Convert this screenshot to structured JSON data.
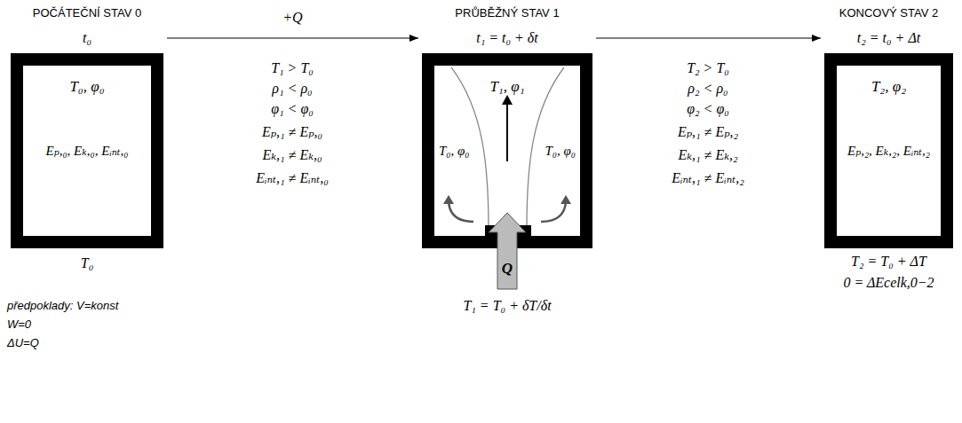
{
  "diagram": {
    "nodes": [
      {
        "text": [
          "POČÁTEČNÍ STAV 0",
          "t₀",
          "T₀, φ₀",
          "Eₚ,₀, Eₖ,₀, Eᵢₙₜ,₀",
          "T₀"
        ]
      },
      {
        "text": [
          "PRŮBĚŽNÝ STAV 1",
          "t₁ = t₀ + δt",
          "T₁, φ₁",
          "T₀, φ₀",
          "T₀, φ₀",
          "T₁ = T₀ + δT/δt"
        ]
      },
      {
        "text": [
          "KONCOVÝ STAV 2",
          "t₂ = t₀ + Δt",
          "T₂, φ₂",
          "Eₚ,₂, Eₖ,₂, Eᵢₙₜ,₂",
          "T₂ = T₀ + ΔT",
          "0 = ΔEcelk,0−2"
        ]
      }
    ],
    "edges": [
      {
        "from": 0,
        "to": 1,
        "label": "+Q",
        "arrow": "to"
      },
      {
        "from": 1,
        "to": 2,
        "arrow": "to"
      }
    ],
    "labels": [
      "T₁ > T₀",
      "ρ₁ < ρ₀",
      "φ₁ < φ₀",
      "Eₚ,₁ ≠ Eₚ,₀",
      "Eₖ,₁ ≠ Eₖ,₀",
      "Eᵢₙₜ,₁ ≠ Eᵢₙₜ,₀",
      "T₂ > T₀",
      "ρ₂ < ρ₀",
      "φ₂ < φ₀",
      "Eₚ,₁ ≠ Eₚ,₂",
      "Eₖ,₁ ≠ Eₖ,₂",
      "Eᵢₙₜ,₁ ≠ Eᵢₙₜ,₂",
      "Q",
      "předpoklady: V=konst",
      "W=0",
      "ΔU=Q"
    ]
  }
}
